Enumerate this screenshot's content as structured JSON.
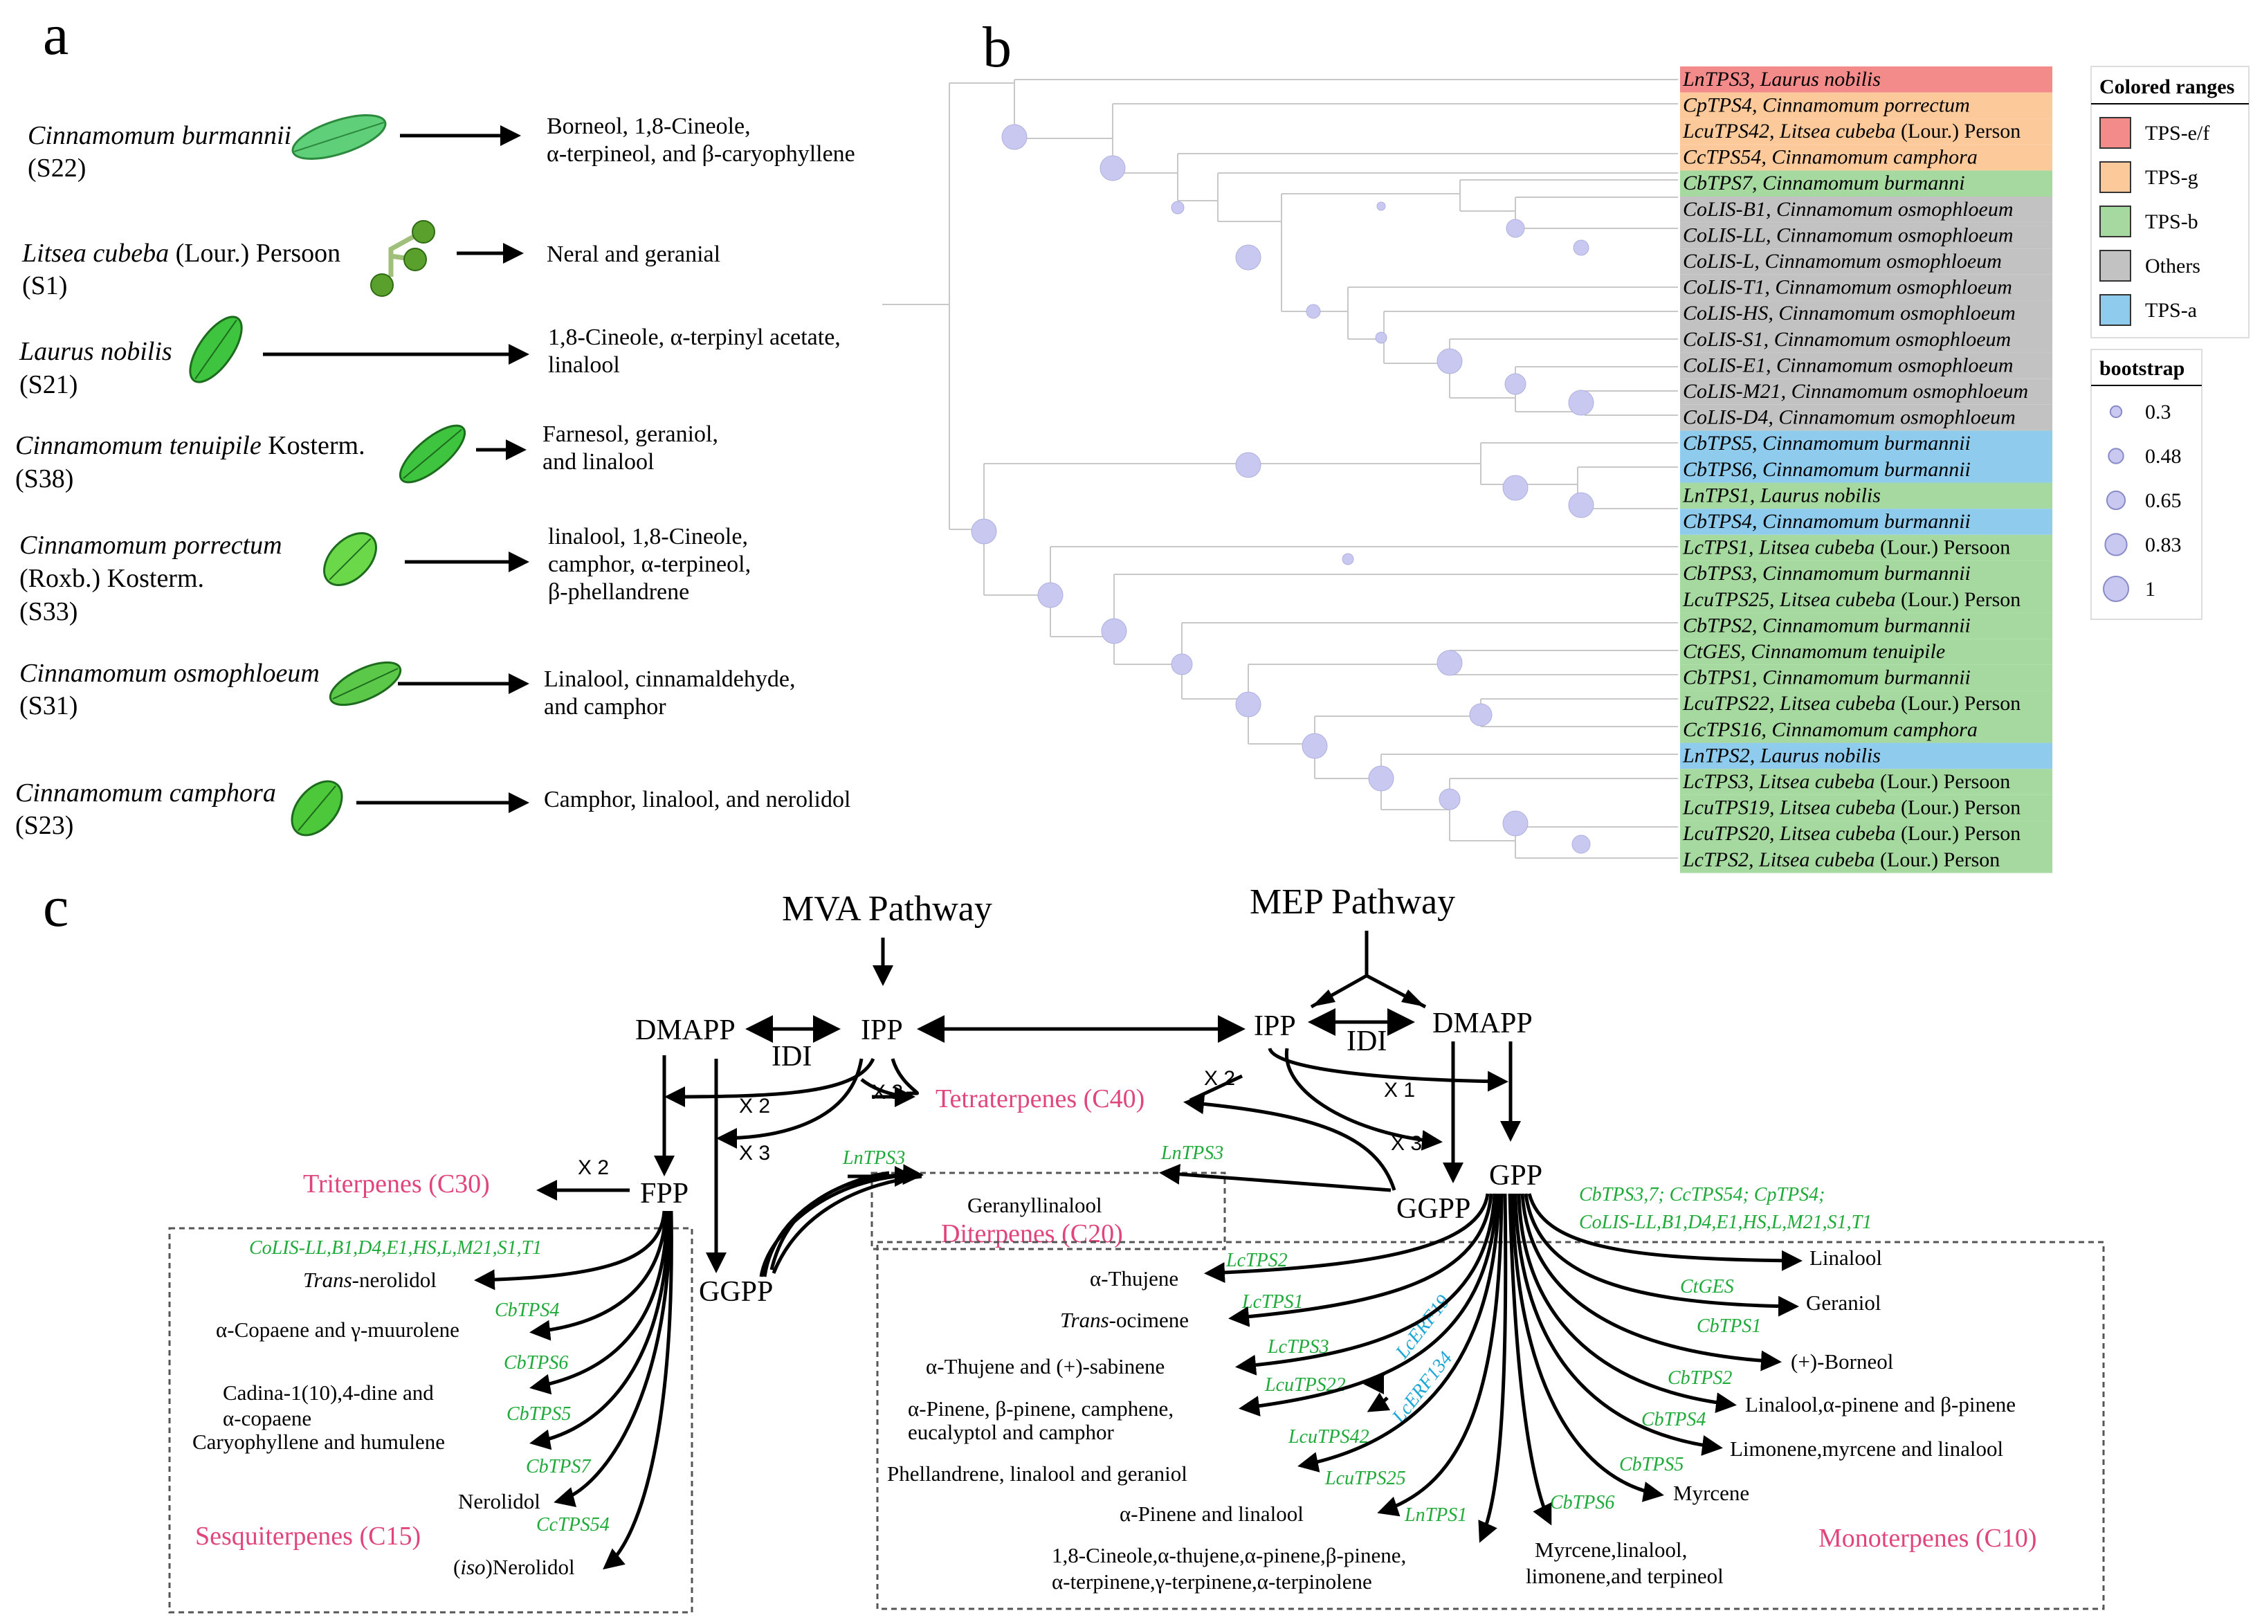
{
  "panel_labels": {
    "a": "a",
    "b": "b",
    "c": "c"
  },
  "panel_a": {
    "species": [
      {
        "name": "Cinnamomum burmannii",
        "suffix": "",
        "code": "(S22)",
        "products": [
          "Borneol, 1,8-Cineole,",
          "α-terpineol, and β-caryophyllene"
        ]
      },
      {
        "name": "Litsea cubeba",
        "suffix": " (Lour.) Persoon",
        "code": "(S1)",
        "products": [
          "Neral and geranial"
        ]
      },
      {
        "name": "Laurus nobilis",
        "suffix": "",
        "code": "(S21)",
        "products": [
          "1,8-Cineole, α-terpinyl acetate,",
          "linalool"
        ]
      },
      {
        "name": "Cinnamomum tenuipile",
        "suffix": "  Kosterm.",
        "code": "(S38)",
        "products": [
          "Farnesol, geraniol,",
          "and linalool"
        ]
      },
      {
        "name": "Cinnamomum porrectum",
        "suffix": "",
        "code2": "(Roxb.) Kosterm.",
        "code": "(S33)",
        "products": [
          "linalool, 1,8-Cineole,",
          "camphor, α-terpineol,",
          "β-phellandrene"
        ]
      },
      {
        "name": "Cinnamomum osmophloeum",
        "suffix": "",
        "code": "(S31)",
        "products": [
          "Linalool, cinnamaldehyde,",
          "and camphor"
        ]
      },
      {
        "name": "Cinnamomum camphora",
        "suffix": "",
        "code": "(S23)",
        "products": [
          "Camphor, linalool, and nerolidol"
        ]
      }
    ]
  },
  "panel_b": {
    "tips": [
      {
        "gene": "LnTPS3,",
        "species": "Laurus nobilis",
        "extra": "",
        "group": "TPS-e/f"
      },
      {
        "gene": "CpTPS4,",
        "species": "Cinnamomum porrectum",
        "extra": "",
        "group": "TPS-g"
      },
      {
        "gene": "LcuTPS42,",
        "species": "Litsea cubeba",
        "extra": " (Lour.) Person",
        "group": "TPS-g"
      },
      {
        "gene": "CcTPS54,",
        "species": "Cinnamomum camphora",
        "extra": "",
        "group": "TPS-g"
      },
      {
        "gene": "CbTPS7,",
        "species": "Cinnamomum burmanni",
        "extra": "",
        "group": "TPS-b"
      },
      {
        "gene": "CoLIS-B1,",
        "species": "Cinnamomum osmophloeum",
        "extra": "",
        "group": "Others"
      },
      {
        "gene": "CoLIS-LL,",
        "species": "Cinnamomum osmophloeum",
        "extra": "",
        "group": "Others"
      },
      {
        "gene": "CoLIS-L,",
        "species": "Cinnamomum osmophloeum",
        "extra": "",
        "group": "Others"
      },
      {
        "gene": "CoLIS-T1,",
        "species": "Cinnamomum osmophloeum",
        "extra": "",
        "group": "Others"
      },
      {
        "gene": "CoLIS-HS,",
        "species": "Cinnamomum osmophloeum",
        "extra": "",
        "group": "Others"
      },
      {
        "gene": "CoLIS-S1,",
        "species": "Cinnamomum osmophloeum",
        "extra": "",
        "group": "Others"
      },
      {
        "gene": "CoLIS-E1,",
        "species": "Cinnamomum osmophloeum",
        "extra": "",
        "group": "Others"
      },
      {
        "gene": "CoLIS-M21,",
        "species": "Cinnamomum osmophloeum",
        "extra": "",
        "group": "Others"
      },
      {
        "gene": "CoLIS-D4,",
        "species": "Cinnamomum osmophloeum",
        "extra": "",
        "group": "Others"
      },
      {
        "gene": "CbTPS5,",
        "species": "Cinnamomum burmannii",
        "extra": "",
        "group": "TPS-a"
      },
      {
        "gene": "CbTPS6,",
        "species": "Cinnamomum burmannii",
        "extra": "",
        "group": "TPS-a"
      },
      {
        "gene": "LnTPS1,",
        "species": "Laurus nobilis",
        "extra": "",
        "group": "TPS-b"
      },
      {
        "gene": "CbTPS4,",
        "species": "Cinnamomum burmannii",
        "extra": "",
        "group": "TPS-a"
      },
      {
        "gene": "LcTPS1,",
        "species": "Litsea cubeba",
        "extra": " (Lour.) Persoon",
        "group": "TPS-b"
      },
      {
        "gene": "CbTPS3,",
        "species": "Cinnamomum burmannii",
        "extra": "",
        "group": "TPS-b"
      },
      {
        "gene": "LcuTPS25,",
        "species": "Litsea cubeba",
        "extra": " (Lour.) Person",
        "group": "TPS-b"
      },
      {
        "gene": "CbTPS2,",
        "species": "Cinnamomum burmannii",
        "extra": "",
        "group": "TPS-b"
      },
      {
        "gene": "CtGES,",
        "species": "Cinnamomum ",
        "species2": "tenuipile",
        "extra": "",
        "group": "TPS-b"
      },
      {
        "gene": "CbTPS1,",
        "species": "Cinnamomum burmannii",
        "extra": "",
        "group": "TPS-b"
      },
      {
        "gene": "LcuTPS22,",
        "species": "Litsea cubeba",
        "extra": " (Lour.) Person",
        "group": "TPS-b"
      },
      {
        "gene": "CcTPS16,",
        "species": "Cinnamomum camphora",
        "extra": "",
        "group": "TPS-b"
      },
      {
        "gene": "LnTPS2,",
        "species": "Laurus nobilis",
        "extra": "",
        "group": "TPS-a"
      },
      {
        "gene": "LcTPS3,",
        "species": "Litsea cubeba",
        "extra": " (Lour.) Persoon",
        "group": "TPS-b"
      },
      {
        "gene": "LcuTPS19,",
        "species": "Litsea cubeba",
        "extra": " (Lour.) Person",
        "group": "TPS-b"
      },
      {
        "gene": "LcuTPS20,",
        "species": "Litsea cubeba",
        "extra": " (Lour.) Person",
        "group": "TPS-b"
      },
      {
        "gene": "LcTPS2,",
        "species": "Litsea cubeba",
        "extra": " (Lour.) Person",
        "group": "TPS-b"
      }
    ],
    "legend": {
      "title": "Colored ranges",
      "items": [
        {
          "label": "TPS-e/f",
          "color": "#f48b8b"
        },
        {
          "label": "TPS-g",
          "color": "#fcc99a"
        },
        {
          "label": "TPS-b",
          "color": "#a6d9a0"
        },
        {
          "label": "Others",
          "color": "#c2c2c2"
        },
        {
          "label": "TPS-a",
          "color": "#8ecbec"
        }
      ]
    },
    "bootstrap_legend": {
      "title": "bootstrap",
      "items": [
        "0.3",
        "0.48",
        "0.65",
        "0.83",
        "1"
      ],
      "values": [
        0.3,
        0.48,
        0.65,
        0.83,
        1
      ]
    }
  },
  "panel_c": {
    "mva": "MVA Pathway",
    "mep": "MEP Pathway",
    "dmapp": "DMAPP",
    "ipp": "IPP",
    "idi": "IDI",
    "fpp": "FPP",
    "ggpp": "GGPP",
    "gpp": "GPP",
    "x2": "X 2",
    "x3": "X 3",
    "x1": "X 1",
    "tetraterpenes": "Tetraterpenes (C40)",
    "triterpenes": "Triterpenes (C30)",
    "diterpenes": "Diterpenes (C20)",
    "geranyllinalool": "Geranyllinalool",
    "lntps3": "LnTPS3",
    "sesquiterpenes": "Sesquiterpenes (C15)",
    "monoterpenes": "Monoterpenes (C10)",
    "sesqui_genes": [
      "CoLIS-LL,B1,D4,E1,HS,L,M21,S1,T1",
      "CbTPS4",
      "CbTPS6",
      "CbTPS5",
      "CbTPS7",
      "CcTPS54"
    ],
    "sesqui_products": {
      "nerolidol_trans_it": "Trans",
      "nerolidol_trans": "-nerolidol",
      "copaene": "α-Copaene and γ-muurolene",
      "cadina1": "Cadina-1(10),4-dine and",
      "cadina2": "α-copaene",
      "caryo": "Caryophyllene  and humulene",
      "nerolidol": "Nerolidol",
      "iso_a": "(",
      "iso_it": "iso",
      "iso_b": ")Nerolidol"
    },
    "mono_left_genes": [
      "LcTPS2",
      "LcTPS1",
      "LcTPS3",
      "LcuTPS22",
      "LcuTPS42",
      "LcuTPS25",
      "LnTPS1"
    ],
    "mono_right_genes": [
      "CtGES",
      "CbTPS1",
      "CbTPS2",
      "CbTPS4",
      "CbTPS5",
      "CbTPS6"
    ],
    "erf": [
      "LcERF19",
      "LcERF134"
    ],
    "gpp_genes": [
      "CbTPS3,7; CcTPS54; CpTPS4;",
      "CoLIS-LL,B1,D4,E1,HS,L,M21,S1,T1"
    ],
    "mono_left_products": {
      "thujene": "α-Thujene",
      "ocimene_it": "Trans",
      "ocimene": "-ocimene",
      "sabinene": "α-Thujene and (+)-sabinene",
      "pinene1": "α-Pinene, β-pinene, camphene,",
      "pinene2": "eucalyptol and camphor",
      "phell": "Phellandrene, linalool and geraniol",
      "pinlin": "α-Pinene and linalool",
      "cin1": "1,8-Cineole,α-thujene,α-pinene,β-pinene,",
      "cin2": "α-terpinene,γ-terpinene,α-terpinolene"
    },
    "mono_right_products": {
      "linalool": "Linalool",
      "geraniol": "Geraniol",
      "borneol": "(+)-Borneol",
      "linpin": "Linalool,α-pinene and β-pinene",
      "limonene": "Limonene,myrcene and linalool",
      "myrcene": "Myrcene",
      "myr1": "Myrcene,linalool,",
      "myr2": "limonene,and terpineol"
    }
  }
}
